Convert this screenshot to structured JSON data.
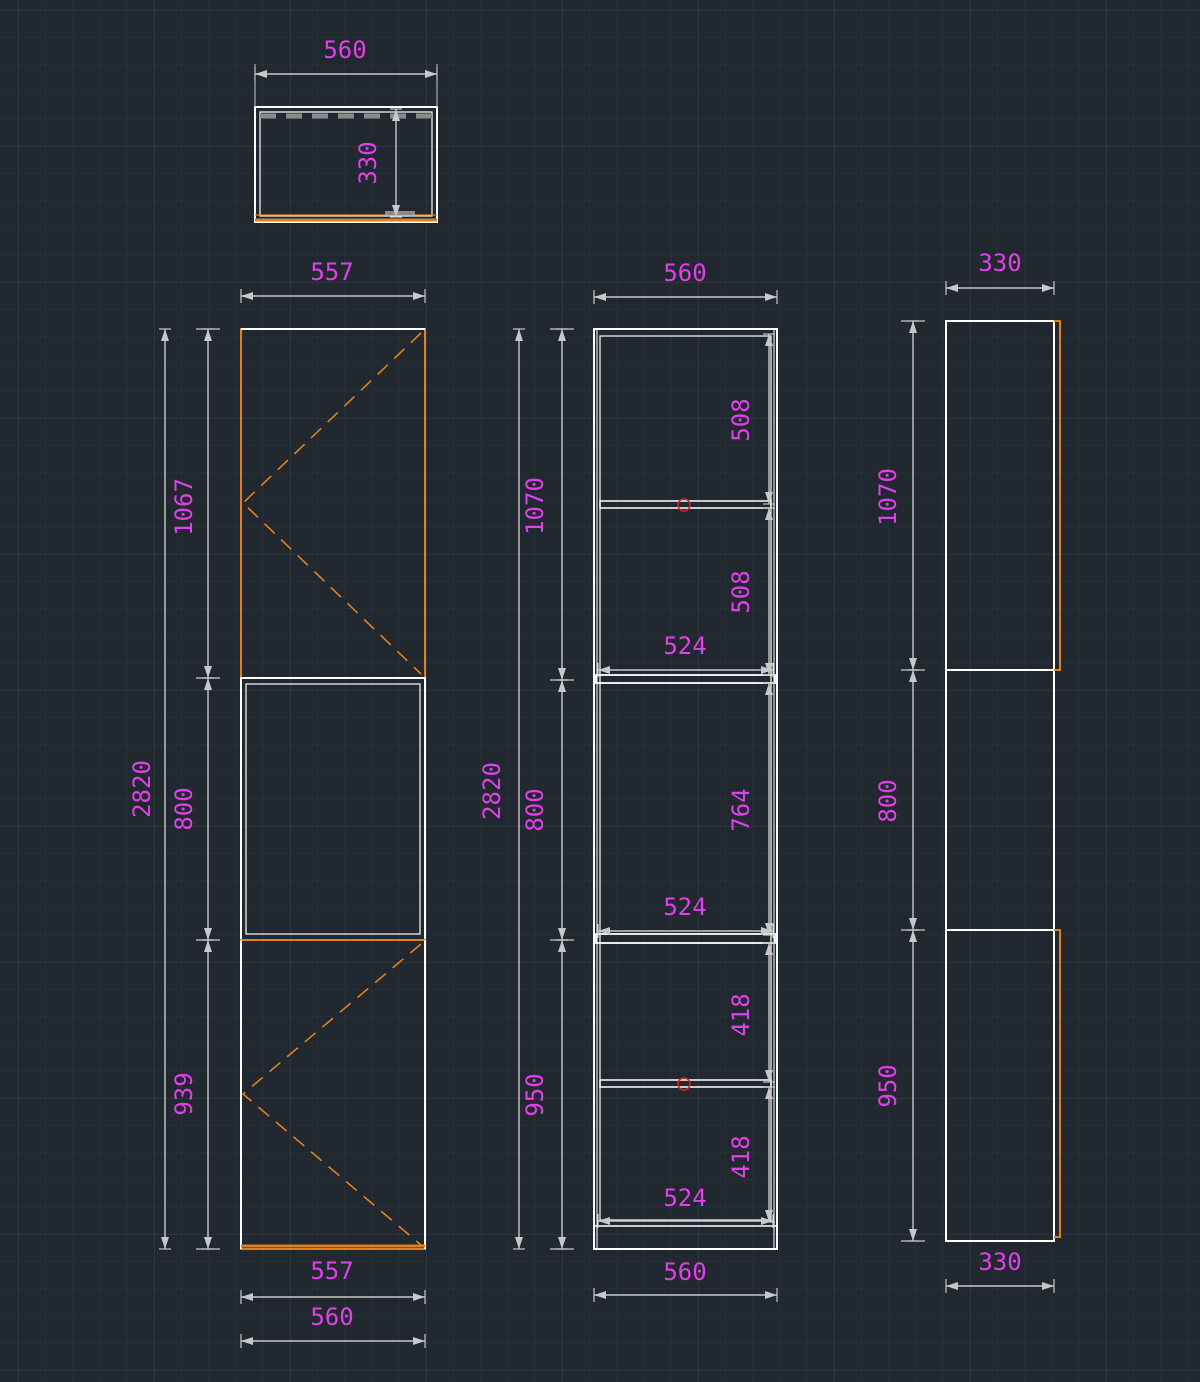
{
  "drawing": {
    "colors": {
      "background": "#212830",
      "grid_minor": "#2b333c",
      "grid_major": "#343d47",
      "outline": "#ffffff",
      "door": "#e0801e",
      "dimension_line": "#c8c8c8",
      "dimension_text": "#e040e8",
      "marker": "#e02020"
    },
    "plan_view": {
      "width": "560",
      "depth": "330"
    },
    "front_view": {
      "top_width": "557",
      "total_height": "2820",
      "upper": "1067",
      "middle": "800",
      "lower": "939",
      "bottom_width": "557",
      "overall_width": "560"
    },
    "section_view": {
      "top_width": "560",
      "total_height": "2820",
      "upper": "1070",
      "middle": "800",
      "lower": "950",
      "shelf_1": "508",
      "shelf_2": "508",
      "shelf_3": "764",
      "shelf_4": "418",
      "shelf_5": "418",
      "inner_width_1": "524",
      "inner_width_2": "524",
      "inner_width_3": "524",
      "bottom_width": "560"
    },
    "side_view": {
      "top_width": "330",
      "upper": "1070",
      "middle": "800",
      "lower": "950",
      "bottom_width": "330"
    }
  }
}
